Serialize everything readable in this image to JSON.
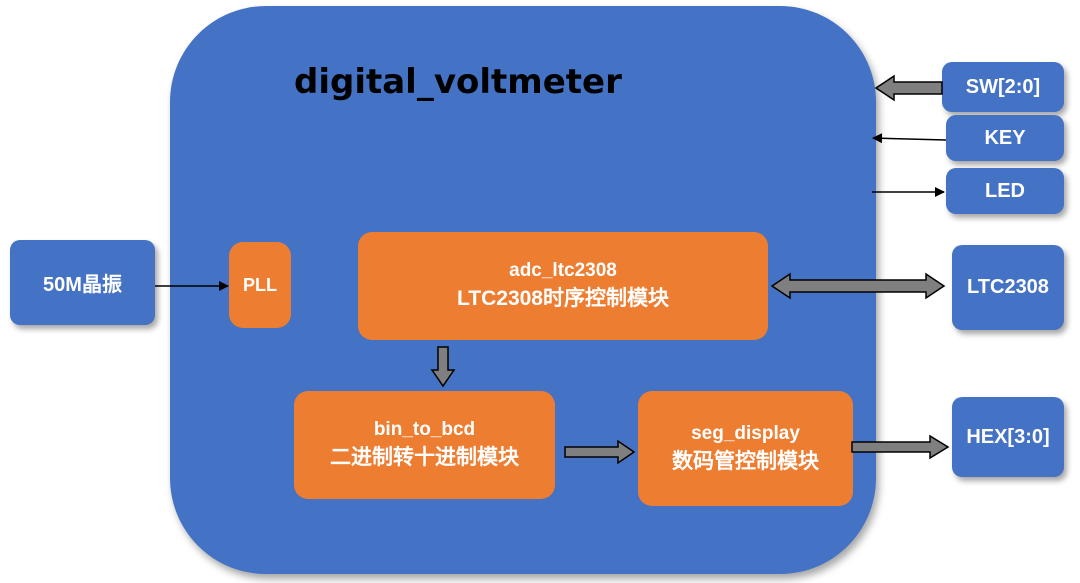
{
  "title": "digital_voltmeter",
  "external": {
    "clock": "50M晶振",
    "sw": "SW[2:0]",
    "key": "KEY",
    "led": "LED",
    "ltc": "LTC2308",
    "hex": "HEX[3:0]"
  },
  "modules": {
    "pll": "PLL",
    "adc": {
      "name": "adc_ltc2308",
      "desc": "LTC2308时序控制模块"
    },
    "bin": {
      "name": "bin_to_bcd",
      "desc": "二进制转十进制模块"
    },
    "seg": {
      "name": "seg_display",
      "desc": "数码管控制模块"
    }
  },
  "colors": {
    "block": "#4472c4",
    "module": "#ed7d31",
    "arrow_fill": "#7f7f7f"
  }
}
